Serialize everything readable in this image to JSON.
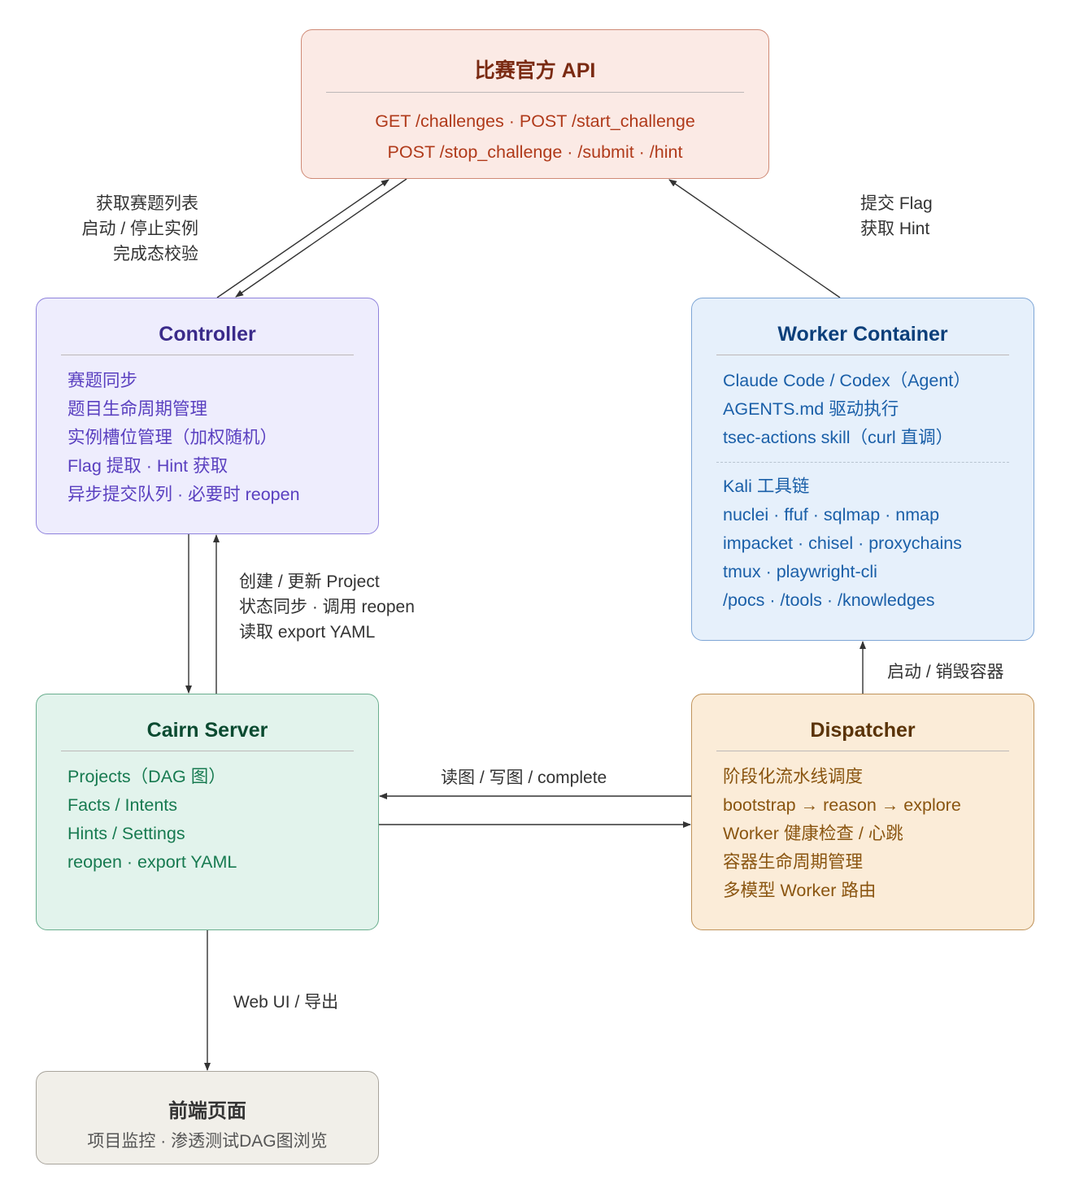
{
  "api": {
    "title": "比赛官方 API",
    "lines": [
      "GET /challenges · POST /start_challenge",
      "POST /stop_challenge · /submit · /hint"
    ]
  },
  "controller": {
    "title": "Controller",
    "lines": [
      "赛题同步",
      "题目生命周期管理",
      "实例槽位管理（加权随机）",
      "Flag 提取 · Hint 获取",
      "异步提交队列 · 必要时 reopen"
    ]
  },
  "worker": {
    "title": "Worker Container",
    "lines": [
      "Claude Code / Codex（Agent）",
      "AGENTS.md 驱动执行",
      "tsec-actions skill（curl 直调）"
    ],
    "tools": [
      "Kali 工具链",
      "nuclei · ffuf · sqlmap · nmap",
      "impacket · chisel · proxychains",
      "tmux · playwright-cli",
      "/pocs · /tools · /knowledges"
    ]
  },
  "cairn": {
    "title": "Cairn Server",
    "lines": [
      "Projects（DAG 图）",
      "Facts / Intents",
      "Hints / Settings",
      "reopen · export YAML"
    ]
  },
  "dispatcher": {
    "title": "Dispatcher",
    "lines": [
      "阶段化流水线调度",
      "bootstrap → reason → explore",
      "Worker 健康检查 / 心跳",
      "容器生命周期管理",
      "多模型 Worker 路由"
    ]
  },
  "frontend": {
    "title": "前端页面",
    "subtitle": "项目监控 · 渗透测试DAG图浏览"
  },
  "edges": {
    "controller_api": [
      "获取赛题列表",
      "启动 / 停止实例",
      "完成态校验"
    ],
    "worker_api": [
      "提交 Flag",
      "获取 Hint"
    ],
    "controller_cairn": [
      "创建 / 更新 Project",
      "状态同步 · 调用 reopen",
      "读取 export YAML"
    ],
    "dispatcher_worker": "启动 / 销毁容器",
    "dispatcher_cairn": "读图 / 写图 / complete",
    "cairn_frontend": "Web UI / 导出"
  },
  "colors": {
    "api": "#b03a1a",
    "controller": "#5a40c0",
    "worker": "#1a5fa8",
    "cairn": "#177a50",
    "dispatcher": "#8a5510"
  }
}
